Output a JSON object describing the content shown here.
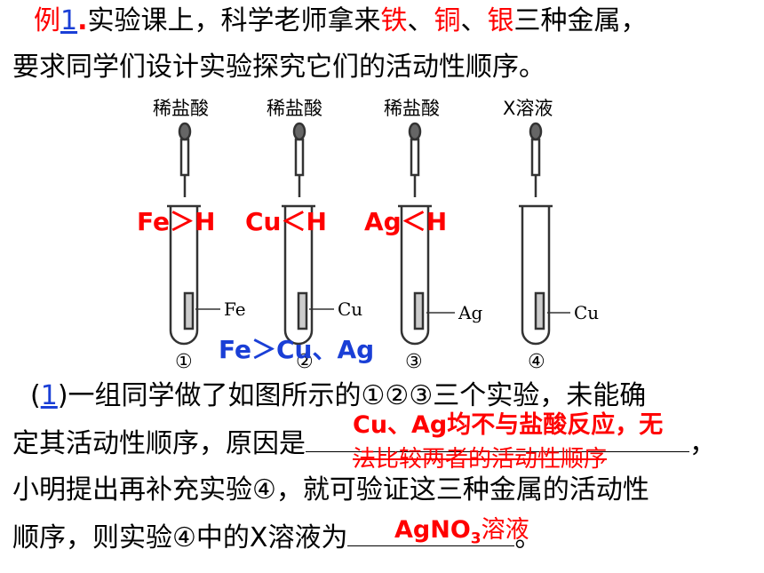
{
  "problem": {
    "example_label": "例",
    "example_number": "1",
    "example_dot": ".",
    "intro_before": "实验课上，科学老师拿来",
    "metal_fe": "铁",
    "sep1": "、",
    "metal_cu": "铜",
    "sep2": "、",
    "metal_ag": "银",
    "intro_after": "三种金属，",
    "line2": "要求同学们设计实验探究它们的活动性顺序。"
  },
  "apparatus": {
    "reagents": [
      "稀盐酸",
      "稀盐酸",
      "稀盐酸",
      "X溶液"
    ],
    "metals": [
      "Fe",
      "Cu",
      "Ag",
      "Cu"
    ],
    "numbers": [
      "①",
      "②",
      "③",
      "④"
    ]
  },
  "comparisons": {
    "fe_h": "Fe＞H",
    "cu_h": "Cu＜H",
    "ag_h": "Ag＜H",
    "summary": "Fe＞Cu、Ag"
  },
  "question": {
    "paren_open": "(",
    "number": "1",
    "paren_close": ")",
    "line1_text": "一组同学做了如图所示的①②③三个实验，未能确",
    "line2_text": "定其活动性顺序，原因是",
    "line2_end": "，",
    "line3": "小明提出再补充实验④，就可验证这三种金属的活动性",
    "line4_text": "顺序，则实验④中的X溶液为",
    "line4_end": "。"
  },
  "answers": {
    "reason_line1": "Cu、Ag均不与盐酸反应，无",
    "reason_line2": "法比较两者的活动性顺序",
    "x_solution_prefix": "AgNO",
    "x_solution_sub": "3",
    "x_solution_suffix": "溶液"
  },
  "colors": {
    "answer": "#ff0000",
    "comparison_top": "#ff0000",
    "comparison_summary": "#1a3fd6",
    "link": "#1a3fd6"
  }
}
